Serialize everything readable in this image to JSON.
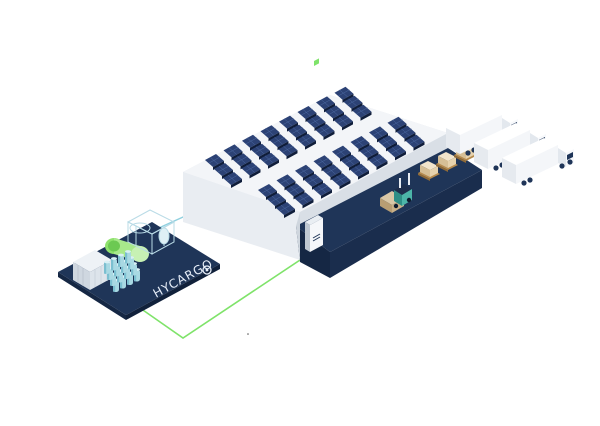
{
  "brand": {
    "name": "HYCARGO"
  },
  "colors": {
    "navy": "#1f3558",
    "navy_dark": "#152744",
    "green_line": "#7fe36a",
    "teal_line": "#8fd0df",
    "panel_blue": "#1b2e55",
    "panel_blue_2": "#2c4275",
    "building_white": "#f3f5f8",
    "building_shade": "#dfe4ea",
    "truck_white": "#f4f6f9"
  },
  "icons": {
    "solar": "solar-panel-icon",
    "truck": "truck-icon",
    "forklift": "forklift-icon",
    "charger": "charging-station-icon",
    "tank": "hydrogen-tank-icon",
    "container": "storage-container-icon",
    "cylinder": "gas-cylinder-icon"
  },
  "scene": {
    "solar_rows": 2,
    "trucks": 3,
    "pallets": 3
  }
}
